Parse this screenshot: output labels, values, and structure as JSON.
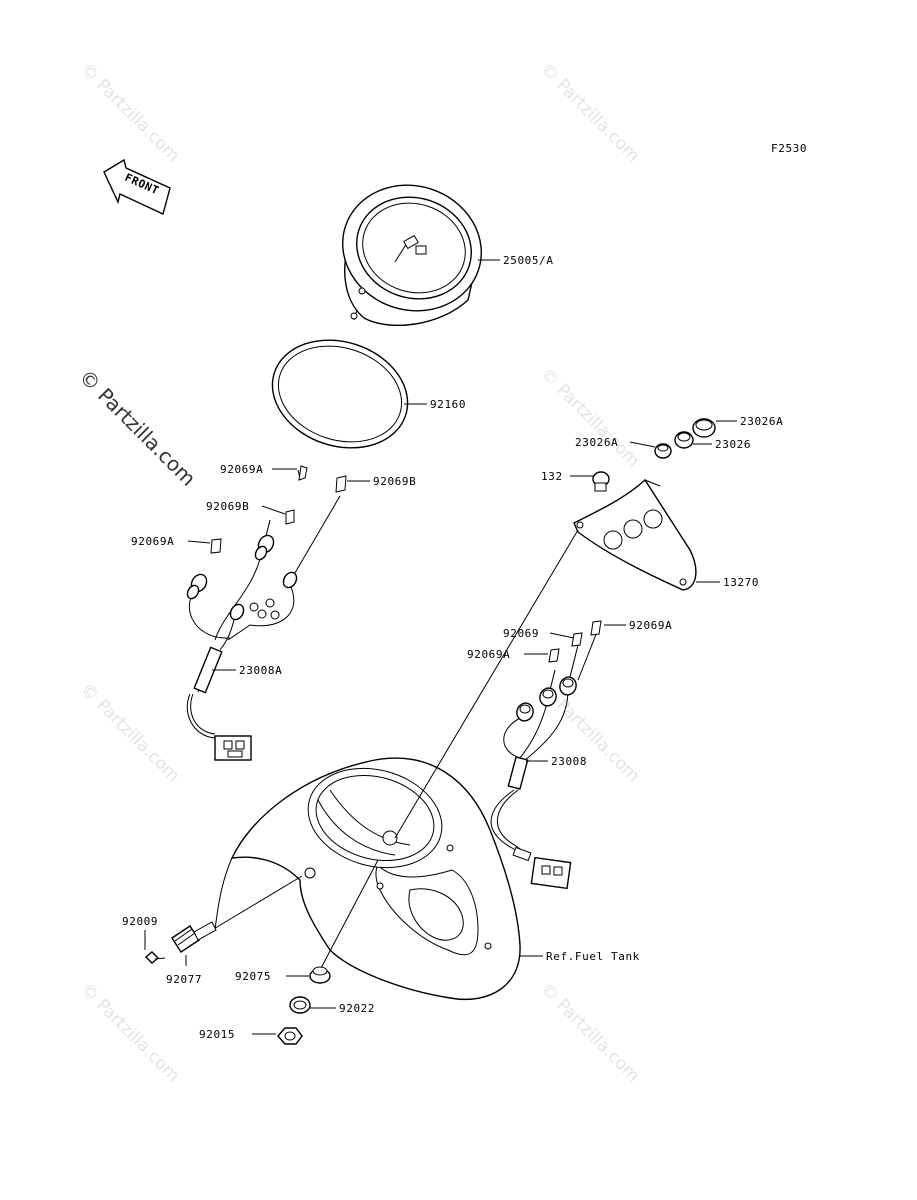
{
  "figure_code": "F2530",
  "front_label": "FRONT",
  "watermark": "© Partzilla.com",
  "callouts": {
    "p25005A": "25005/A",
    "p92160": "92160",
    "p92069A_1": "92069A",
    "p92069B_1": "92069B",
    "p92069B_2": "92069B",
    "p92069A_2": "92069A",
    "p23008A": "23008A",
    "p23026A_1": "23026A",
    "p23026A_2": "23026A",
    "p23026": "23026",
    "p132": "132",
    "p13270": "13270",
    "p92069_r": "92069",
    "p92069A_r1": "92069A",
    "p92069A_r2": "92069A",
    "p23008": "23008",
    "p92009": "92009",
    "p92077": "92077",
    "p92075": "92075",
    "p92022": "92022",
    "p92015": "92015",
    "ref_fuel_tank": "Ref.Fuel Tank"
  }
}
